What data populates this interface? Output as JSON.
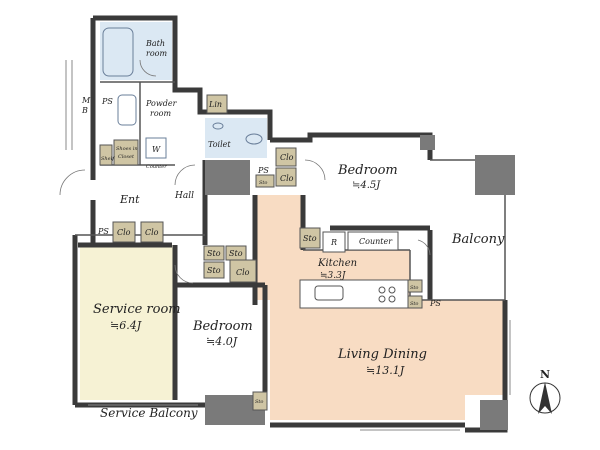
{
  "rooms": {
    "bath": {
      "line1": "Bath",
      "line2": "room"
    },
    "powder": {
      "line1": "Powder",
      "line2": "room"
    },
    "toilet": "Toilet",
    "mb": {
      "line1": "M",
      "line2": "B"
    },
    "entrance": "Ent",
    "hall": "Hall",
    "bedroom_ne": {
      "name": "Bedroom",
      "size": "≒4.5J"
    },
    "balcony": "Balcony",
    "kitchen": {
      "name": "Kitchen",
      "size": "≒3.3J"
    },
    "service_room": {
      "name": "Service room",
      "size": "≒6.4J"
    },
    "bedroom_s": {
      "name": "Bedroom",
      "size": "≒4.0J"
    },
    "living_dining": {
      "name": "Living Dining",
      "size": "≒13.1J"
    },
    "service_balcony": "Service Balcony"
  },
  "fixtures": {
    "lin": "Lin",
    "w": "W",
    "counter_small": "Counter",
    "shelf": "Shelf",
    "shoes_closet": {
      "line1": "Shoes in",
      "line2": "Closet"
    },
    "ps": "PS",
    "clo": "Clo",
    "sto": "Sto",
    "r": "R",
    "counter": "Counter"
  },
  "compass": {
    "label": "N"
  },
  "colors": {
    "wall": "#3a3a3a",
    "storage": "#cfc5a4",
    "service_room": "#f6f2d4",
    "living": "#f8dcc3",
    "bedroom": "#ffffff",
    "bath": "#dbe8f3",
    "column": "#7a7a7a"
  }
}
